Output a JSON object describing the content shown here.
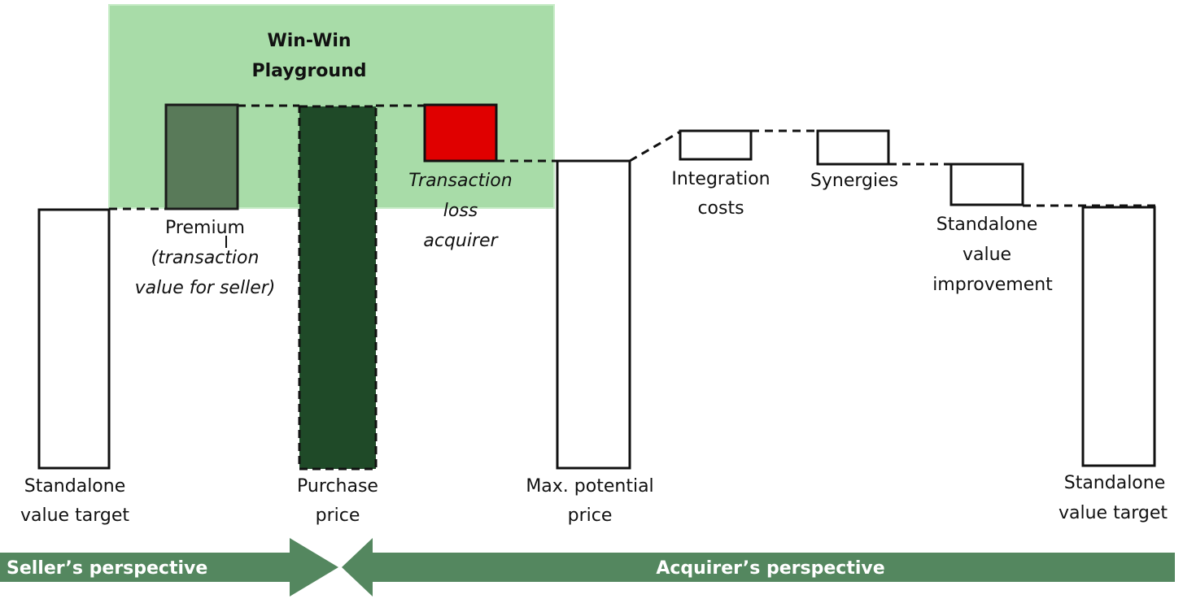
{
  "playground": {
    "title_line1": "Win-Win",
    "title_line2": "Playground"
  },
  "bars": {
    "standalone_left": {
      "label1": "Standalone",
      "label2": "value target"
    },
    "premium": {
      "label1": "Premium",
      "label2": "(transaction",
      "label3": "value for seller)"
    },
    "purchase_price": {
      "label1": "Purchase",
      "label2": "price"
    },
    "transaction_loss": {
      "label1": "Transaction",
      "label2": "loss",
      "label3": "acquirer"
    },
    "max_potential": {
      "label1": "Max. potential",
      "label2": "price"
    },
    "integration_costs": {
      "label1": "Integration",
      "label2": "costs"
    },
    "synergies": {
      "label1": "Synergies"
    },
    "standalone_improvement": {
      "label1": "Standalone",
      "label2": "value",
      "label3": "improvement"
    },
    "standalone_right": {
      "label1": "Standalone",
      "label2": "value target"
    }
  },
  "perspectives": {
    "seller": "Seller’s perspective",
    "acquirer": "Acquirer’s perspective"
  },
  "colors": {
    "playground_fill": "#a8dca8",
    "dark_green": "#1f4a28",
    "premium_fill": "#597a59",
    "loss_red": "#e00000",
    "arrow_green": "#54875f"
  }
}
